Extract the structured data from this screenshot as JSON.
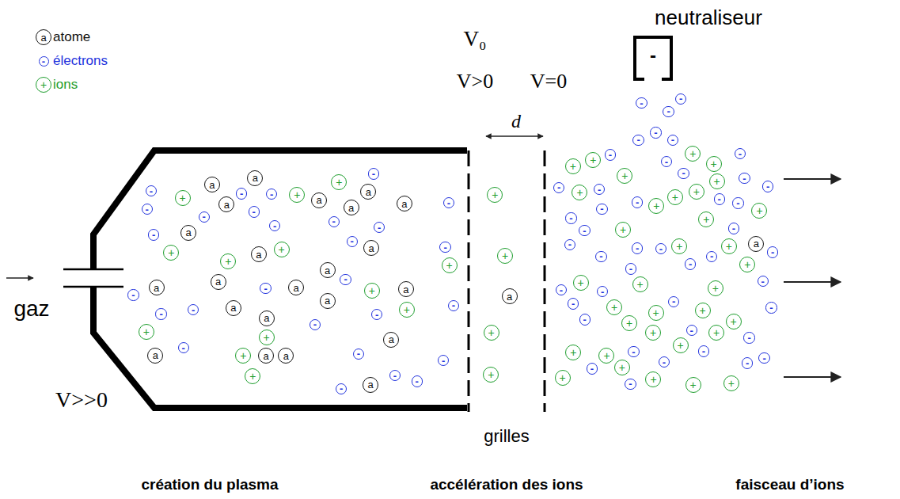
{
  "diagram": {
    "nodes": [
      {
        "text": [
          "neutraliseur",
          "-"
        ]
      },
      {
        "text": [
          "a"
        ]
      },
      {
        "text": [
          "a"
        ]
      },
      {
        "text": [
          "a"
        ]
      },
      {
        "text": [
          "a"
        ]
      },
      {
        "text": [
          "a"
        ]
      },
      {
        "text": [
          "a"
        ]
      },
      {
        "text": [
          "a"
        ]
      },
      {
        "text": [
          "a"
        ]
      },
      {
        "text": [
          "a"
        ]
      },
      {
        "text": [
          "a"
        ]
      },
      {
        "text": [
          "a"
        ]
      },
      {
        "text": [
          "a"
        ]
      },
      {
        "text": [
          "a"
        ]
      },
      {
        "text": [
          "a"
        ]
      },
      {
        "text": [
          "a"
        ]
      },
      {
        "text": [
          "a"
        ]
      },
      {
        "text": [
          "a"
        ]
      },
      {
        "text": [
          "a"
        ]
      },
      {
        "text": [
          "a"
        ]
      },
      {
        "text": [
          "a"
        ]
      },
      {
        "text": [
          "a"
        ]
      },
      {
        "text": [
          "a"
        ]
      },
      {
        "text": [
          "a"
        ]
      },
      {
        "text": [
          "+"
        ]
      },
      {
        "text": [
          "+"
        ]
      },
      {
        "text": [
          "+"
        ]
      },
      {
        "text": [
          "+"
        ]
      },
      {
        "text": [
          "+"
        ]
      },
      {
        "text": [
          "+"
        ]
      },
      {
        "text": [
          "+"
        ]
      },
      {
        "text": [
          "+"
        ]
      },
      {
        "text": [
          "+"
        ]
      },
      {
        "text": [
          "+"
        ]
      },
      {
        "text": [
          "+"
        ]
      },
      {
        "text": [
          "+"
        ]
      },
      {
        "text": [
          "+"
        ]
      },
      {
        "text": [
          "-"
        ]
      },
      {
        "text": [
          "-"
        ]
      },
      {
        "text": [
          "-"
        ]
      },
      {
        "text": [
          "-"
        ]
      },
      {
        "text": [
          "-"
        ]
      },
      {
        "text": [
          "-"
        ]
      },
      {
        "text": [
          "-"
        ]
      },
      {
        "text": [
          "-"
        ]
      },
      {
        "text": [
          "-"
        ]
      },
      {
        "text": [
          "-"
        ]
      },
      {
        "text": [
          "-"
        ]
      },
      {
        "text": [
          "-"
        ]
      },
      {
        "text": [
          "-"
        ]
      },
      {
        "text": [
          "-"
        ]
      },
      {
        "text": [
          "-"
        ]
      },
      {
        "text": [
          "-"
        ]
      },
      {
        "text": [
          "-"
        ]
      },
      {
        "text": [
          "-"
        ]
      },
      {
        "text": [
          "-"
        ]
      },
      {
        "text": [
          "-"
        ]
      },
      {
        "text": [
          "-"
        ]
      },
      {
        "text": [
          "-"
        ]
      },
      {
        "text": [
          "-"
        ]
      },
      {
        "text": [
          "-"
        ]
      },
      {
        "text": [
          "-"
        ]
      },
      {
        "text": [
          "-"
        ]
      },
      {
        "text": [
          "-"
        ]
      },
      {
        "text": [
          "-"
        ]
      },
      {
        "text": [
          "+"
        ]
      },
      {
        "text": [
          "+"
        ]
      },
      {
        "text": [
          "a"
        ]
      },
      {
        "text": [
          "+"
        ]
      },
      {
        "text": [
          "+"
        ]
      },
      {
        "text": [
          "-"
        ]
      },
      {
        "text": [
          "-"
        ]
      },
      {
        "text": [
          "-"
        ]
      },
      {
        "text": [
          "-"
        ]
      },
      {
        "text": [
          "-"
        ]
      },
      {
        "text": [
          "-"
        ]
      },
      {
        "text": [
          "a"
        ]
      },
      {
        "text": [
          "+"
        ]
      },
      {
        "text": [
          "+"
        ]
      },
      {
        "text": [
          "+"
        ]
      },
      {
        "text": [
          "+"
        ]
      },
      {
        "text": [
          "+"
        ]
      },
      {
        "text": [
          "+"
        ]
      },
      {
        "text": [
          "+"
        ]
      },
      {
        "text": [
          "+"
        ]
      },
      {
        "text": [
          "+"
        ]
      },
      {
        "text": [
          "+"
        ]
      },
      {
        "text": [
          "+"
        ]
      },
      {
        "text": [
          "+"
        ]
      },
      {
        "text": [
          "+"
        ]
      },
      {
        "text": [
          "+"
        ]
      },
      {
        "text": [
          "+"
        ]
      },
      {
        "text": [
          "+"
        ]
      },
      {
        "text": [
          "+"
        ]
      },
      {
        "text": [
          "+"
        ]
      },
      {
        "text": [
          "+"
        ]
      },
      {
        "text": [
          "+"
        ]
      },
      {
        "text": [
          "+"
        ]
      },
      {
        "text": [
          "+"
        ]
      },
      {
        "text": [
          "+"
        ]
      },
      {
        "text": [
          "+"
        ]
      },
      {
        "text": [
          "+"
        ]
      },
      {
        "text": [
          "+"
        ]
      },
      {
        "text": [
          "+"
        ]
      },
      {
        "text": [
          "+"
        ]
      },
      {
        "text": [
          "+"
        ]
      },
      {
        "text": [
          "+"
        ]
      },
      {
        "text": [
          "+"
        ]
      },
      {
        "text": [
          "+"
        ]
      },
      {
        "text": [
          "+"
        ]
      },
      {
        "text": [
          "+"
        ]
      },
      {
        "text": [
          "-"
        ]
      },
      {
        "text": [
          "-"
        ]
      },
      {
        "text": [
          "-"
        ]
      },
      {
        "text": [
          "-"
        ]
      },
      {
        "text": [
          "-"
        ]
      },
      {
        "text": [
          "-"
        ]
      },
      {
        "text": [
          "-"
        ]
      },
      {
        "text": [
          "-"
        ]
      },
      {
        "text": [
          "-"
        ]
      },
      {
        "text": [
          "-"
        ]
      },
      {
        "text": [
          "-"
        ]
      },
      {
        "text": [
          "-"
        ]
      },
      {
        "text": [
          "-"
        ]
      },
      {
        "text": [
          "-"
        ]
      },
      {
        "text": [
          "-"
        ]
      },
      {
        "text": [
          "-"
        ]
      },
      {
        "text": [
          "-"
        ]
      },
      {
        "text": [
          "-"
        ]
      },
      {
        "text": [
          "-"
        ]
      },
      {
        "text": [
          "-"
        ]
      },
      {
        "text": [
          "-"
        ]
      },
      {
        "text": [
          "-"
        ]
      },
      {
        "text": [
          "-"
        ]
      },
      {
        "text": [
          "-"
        ]
      },
      {
        "text": [
          "-"
        ]
      },
      {
        "text": [
          "-"
        ]
      },
      {
        "text": [
          "-"
        ]
      },
      {
        "text": [
          "-"
        ]
      },
      {
        "text": [
          "-"
        ]
      },
      {
        "text": [
          "-"
        ]
      },
      {
        "text": [
          "-"
        ]
      },
      {
        "text": [
          "-"
        ]
      },
      {
        "text": [
          "-"
        ]
      },
      {
        "text": [
          "-"
        ]
      },
      {
        "text": [
          "-"
        ]
      },
      {
        "text": [
          "-"
        ]
      },
      {
        "text": [
          "-"
        ]
      },
      {
        "text": [
          "-"
        ]
      },
      {
        "text": [
          "-"
        ]
      }
    ],
    "labels": [
      "V₀",
      "V>0",
      "V=0",
      "d",
      "gaz",
      "V>>0",
      "grilles",
      "création du plasma",
      "accélération des ions",
      "faisceau d’ions",
      "a",
      "-",
      "+"
    ],
    "legend": [
      {
        "text": "atome"
      },
      {
        "text": "électrons"
      },
      {
        "text": "ions"
      }
    ]
  }
}
